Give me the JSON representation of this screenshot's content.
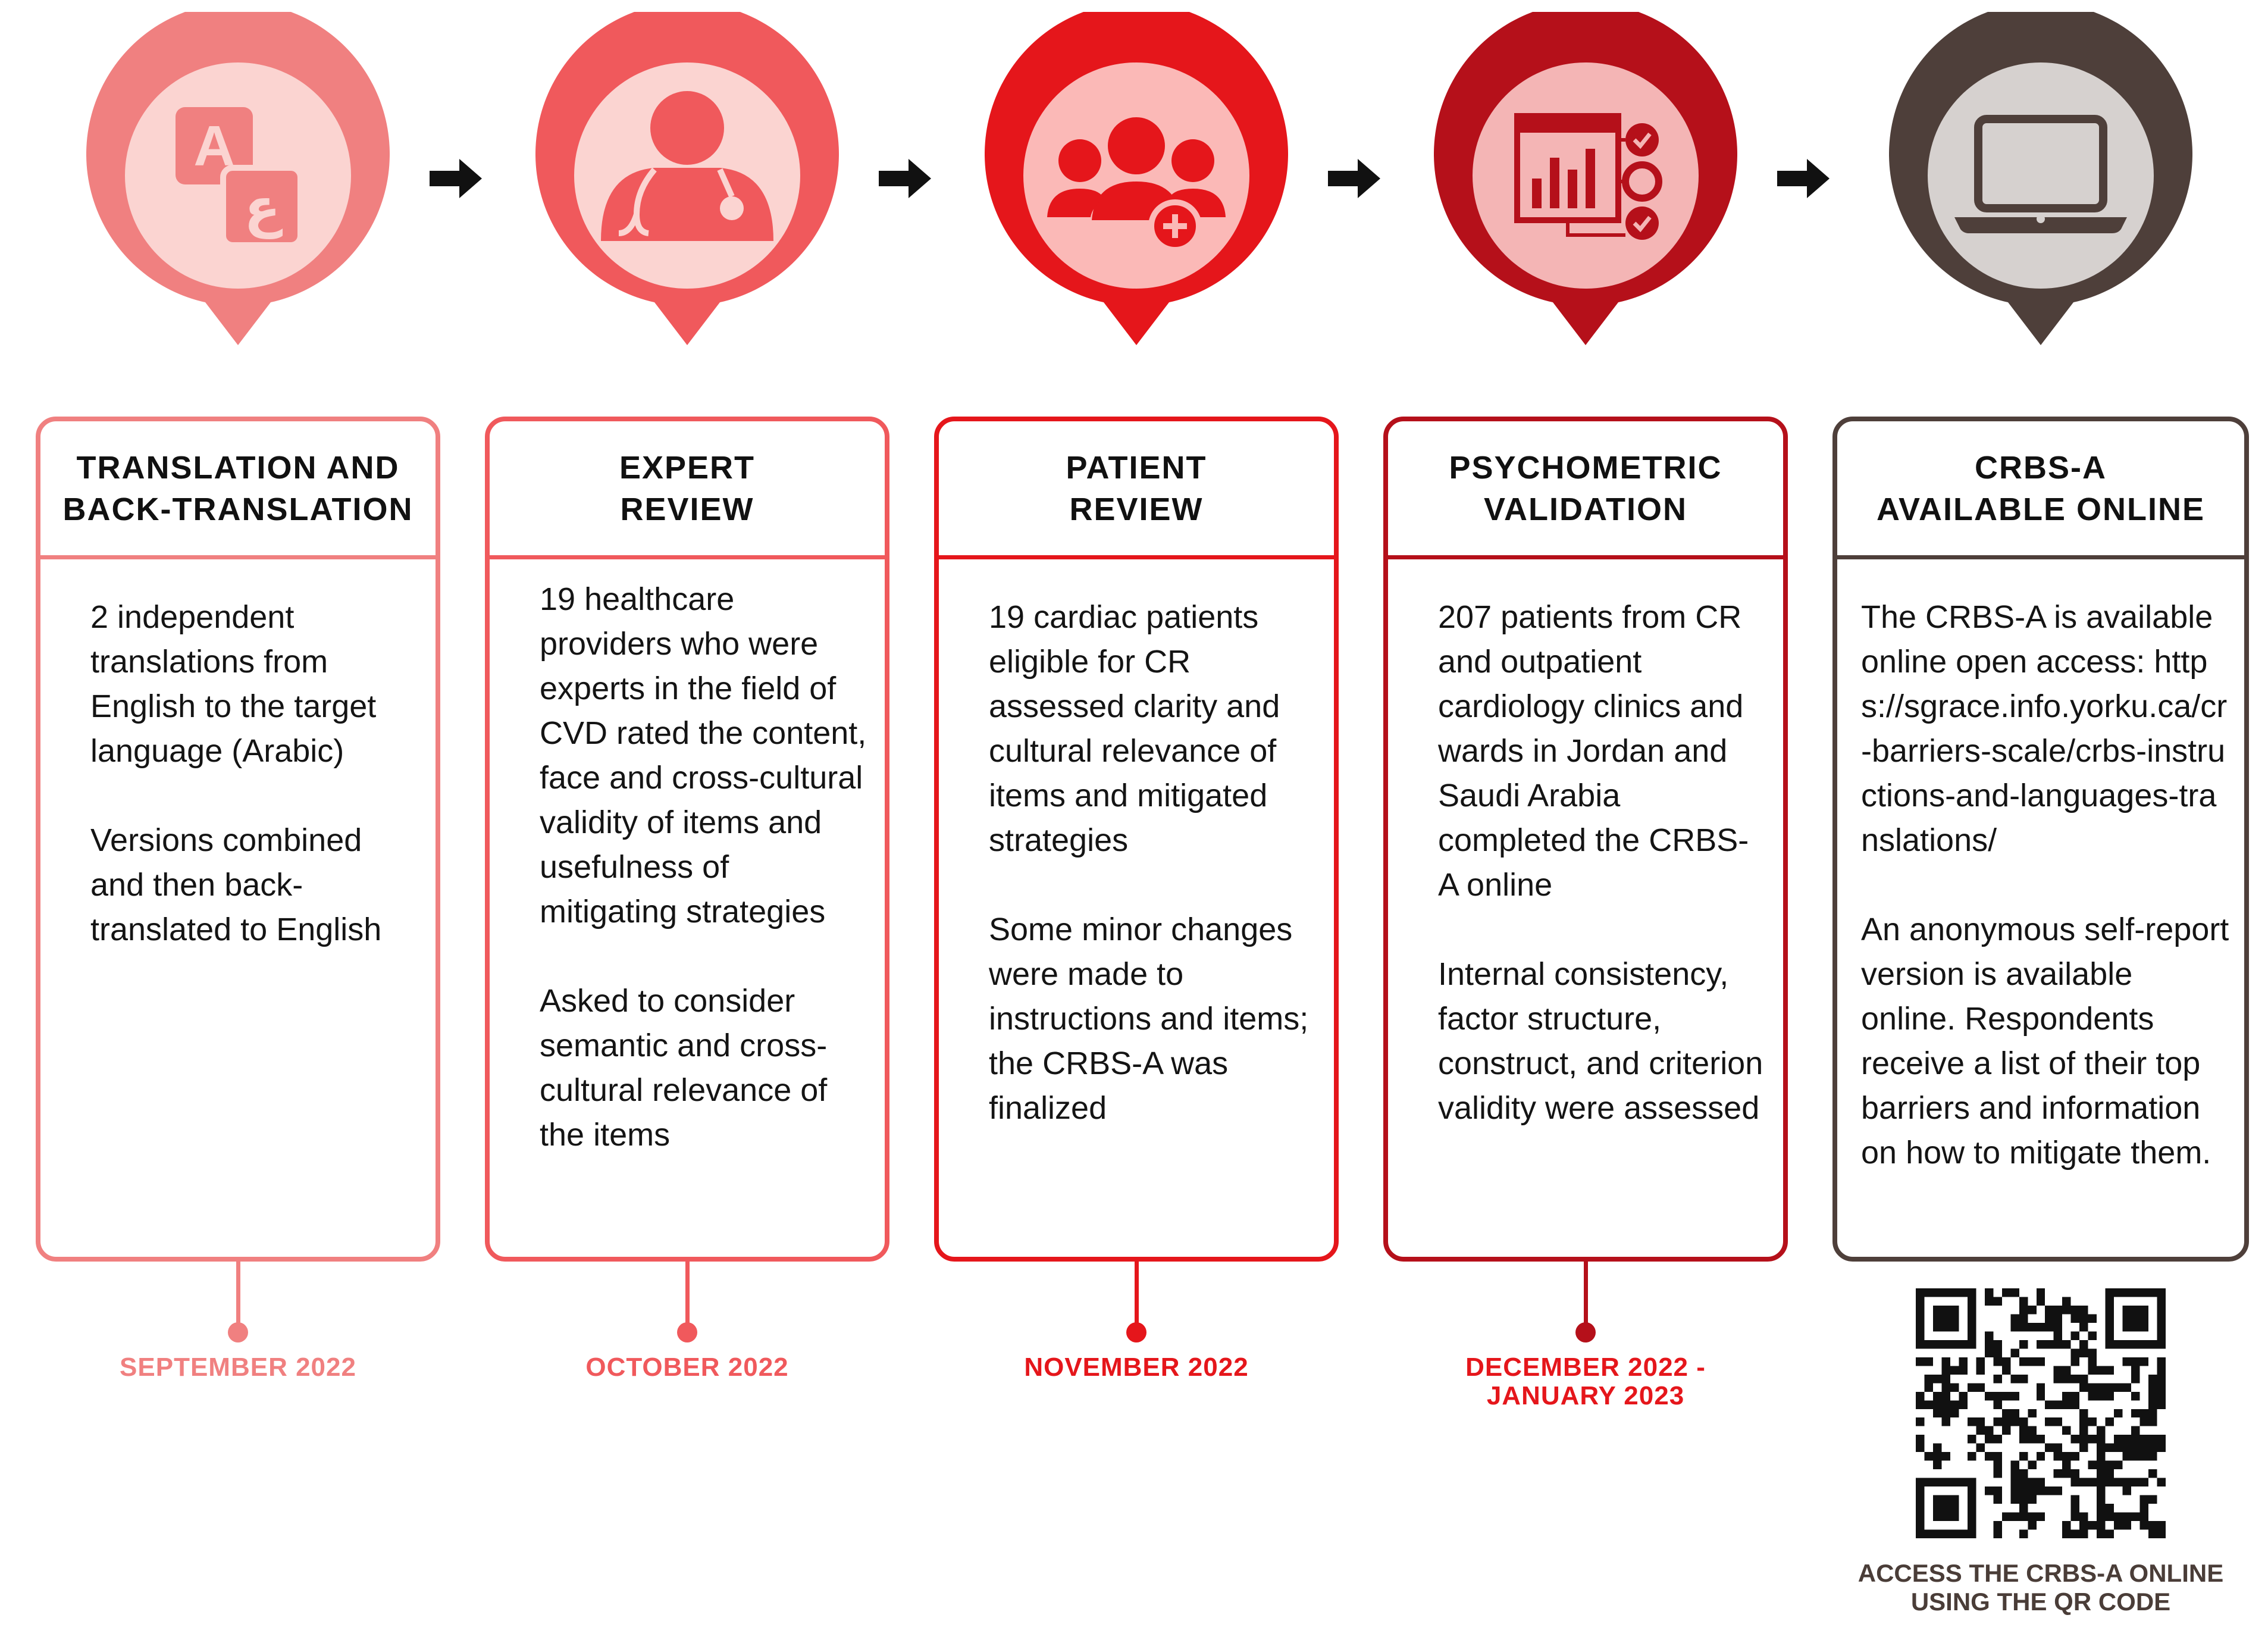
{
  "colors": {
    "stage1": "#f08080",
    "stage2": "#f0595c",
    "stage3": "#e5161b",
    "stage4": "#b5101a",
    "stage5": "#4e3f3a",
    "icon_light": "#fbd4d1",
    "icon_gray": "#d6d1cf"
  },
  "stages": [
    {
      "title": "TRANSLATION AND\nBACK-TRANSLATION",
      "body": [
        "2 independent translations from English to the target language (Arabic)",
        "Versions combined and then back-translated to English"
      ],
      "date": "SEPTEMBER 2022",
      "icon": "translation-icon"
    },
    {
      "title": "EXPERT\nREVIEW",
      "body": [
        "19 healthcare providers who were experts in the field of CVD rated the content, face and cross-cultural validity of items and usefulness of mitigating strategies",
        "Asked to consider semantic and cross-cultural relevance of the items"
      ],
      "date": "OCTOBER 2022",
      "icon": "doctor-icon"
    },
    {
      "title": "PATIENT\nREVIEW",
      "body": [
        "19 cardiac patients eligible for CR assessed clarity and cultural relevance of items and mitigated strategies",
        "Some minor changes were made to instructions and items; the CRBS-A was finalized"
      ],
      "date": "NOVEMBER 2022",
      "icon": "patient-group-icon"
    },
    {
      "title": "PSYCHOMETRIC\nVALIDATION",
      "body": [
        "207 patients from CR and outpatient cardiology clinics and wards in Jordan and Saudi Arabia completed the CRBS-A online",
        "Internal consistency, factor structure, construct, and criterion validity were assessed"
      ],
      "date": "DECEMBER 2022 -\nJANUARY 2023",
      "icon": "analytics-dashboard-icon"
    },
    {
      "title": "CRBS-A\nAVAILABLE ONLINE",
      "body": [
        "The CRBS-A is available online open access: https://sgrace.info.yorku.ca/cr-barriers-scale/crbs-instructions-and-languages-translations/",
        "An anonymous self-report version is available online. Respondents receive a list of their top barriers and information on how to mitigate them."
      ],
      "date": "",
      "icon": "laptop-icon"
    }
  ],
  "qr": {
    "icon": "qr-code-icon",
    "caption": "ACCESS THE CRBS-A ONLINE\nUSING THE QR CODE"
  }
}
